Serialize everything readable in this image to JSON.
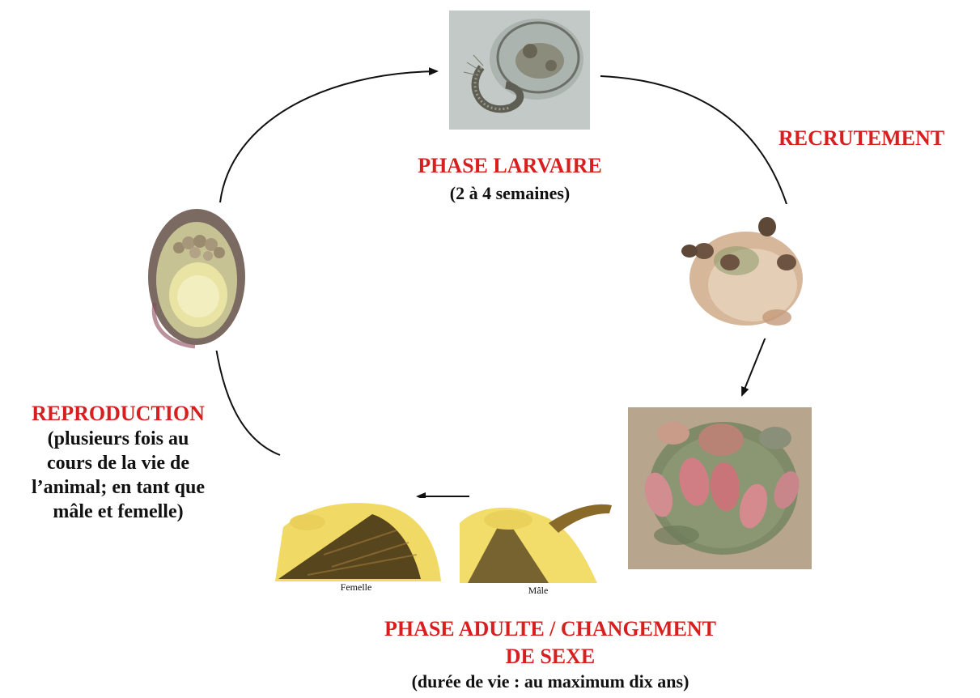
{
  "stages": {
    "larval": {
      "title": "PHASE LARVAIRE",
      "subtitle": "(2 à 4 semaines)"
    },
    "recruitment": {
      "title": "RECRUTEMENT"
    },
    "reproduction": {
      "title": "REPRODUCTION",
      "lines": [
        "(plusieurs fois au",
        "cours de la vie de",
        "l’animal; en tant que",
        "mâle et femelle)"
      ]
    },
    "adult": {
      "title_line1": "PHASE ADULTE / CHANGEMENT",
      "title_line2": "DE SEXE",
      "subtitle": "(durée de vie : au maximum dix ans)"
    }
  },
  "captions": {
    "female": "Femelle",
    "male": "Mâle"
  },
  "colors": {
    "stage_title": "#d81f1f",
    "text": "#111111",
    "arrow": "#111111"
  }
}
